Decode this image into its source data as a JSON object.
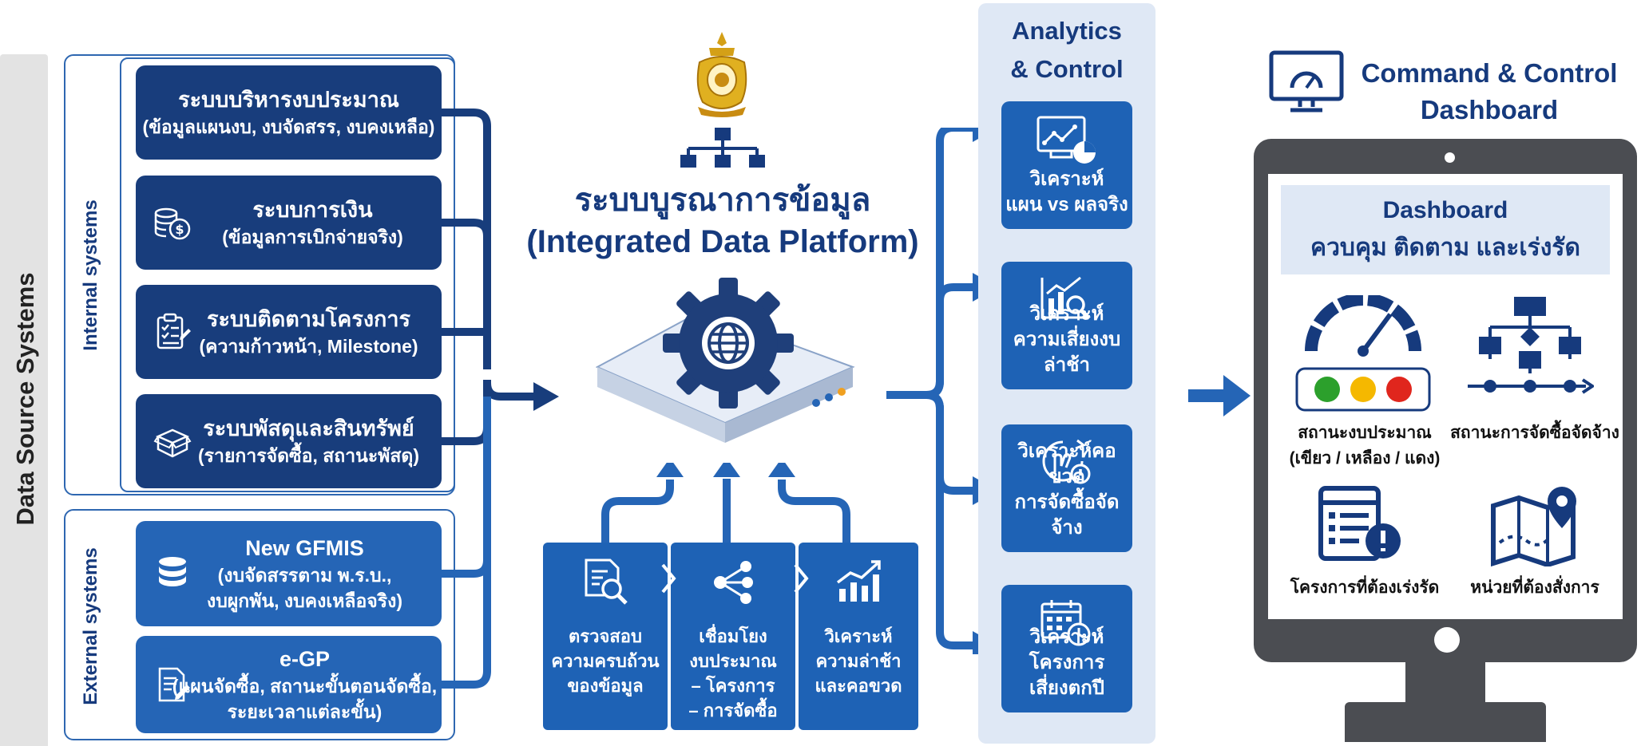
{
  "left_band": {
    "label": "Data Source Systems"
  },
  "internal": {
    "label": "Internal systems",
    "items": [
      {
        "title": "ระบบบริหารงบประมาณ",
        "sub": "(ข้อมูลแผนงบ, งบจัดสรร, งบคงเหลือ)",
        "icon": "none"
      },
      {
        "title": "ระบบการเงิน",
        "sub": "(ข้อมูลการเบิกจ่ายจริง)",
        "icon": "coins-icon"
      },
      {
        "title": "ระบบติดตามโครงการ",
        "sub": "(ความก้าวหน้า, Milestone)",
        "icon": "clipboard-checklist-icon"
      },
      {
        "title": "ระบบพัสดุและสินทรัพย์",
        "sub": "(รายการจัดซื้อ, สถานะพัสดุ)",
        "icon": "box-icon"
      }
    ]
  },
  "external": {
    "label": "External systems",
    "items": [
      {
        "title": "New GFMIS",
        "sub1": "(งบจัดสรรตาม พ.ร.บ.,",
        "sub2": "งบผูกพัน, งบคงเหลือจริง)",
        "icon": "database-icon"
      },
      {
        "title": "e-GP",
        "sub1": "(แผนจัดซื้อ, สถานะขั้นตอนจัดซื้อ,",
        "sub2": "ระยะเวลาแต่ละขั้น)",
        "icon": "document-edit-icon"
      }
    ]
  },
  "platform": {
    "title_th": "ระบบบูรณาการข้อมูล",
    "title_en": "(Integrated Data Platform)",
    "emblem_icon": "royal-emblem-icon",
    "org_icon": "hierarchy-icon",
    "server_icon": "server-gear-globe-icon"
  },
  "processing": [
    {
      "lines": [
        "ตรวจสอบ",
        "ความครบถ้วน",
        "ของข้อมูล"
      ],
      "icon": "document-search-icon"
    },
    {
      "lines": [
        "เชื่อมโยง",
        "งบประมาณ",
        "– โครงการ",
        "– การจัดซื้อ"
      ],
      "icon": "share-nodes-icon"
    },
    {
      "lines": [
        "วิเคราะห์",
        "ความล่าช้า",
        "และคอขวด"
      ],
      "icon": "bar-chart-up-icon"
    }
  ],
  "analytics": {
    "title1": "Analytics",
    "title2": "& Control",
    "cards": [
      {
        "line1": "วิเคราะห์",
        "line2": "แผน vs ผลจริง",
        "icon": "monitor-chart-icon"
      },
      {
        "line1": "วิเคราะห์",
        "line2": "ความเสี่ยงงบล่าช้า",
        "icon": "chart-magnifier-icon"
      },
      {
        "line1": "วิเคราะห์คอขวด",
        "line2": "การจัดซื้อจัดจ้าง",
        "icon": "hand-alert-icon"
      },
      {
        "line1": "วิเคราะห์โครงการ",
        "line2": "เสี่ยงตกปี",
        "icon": "calendar-clock-icon"
      }
    ]
  },
  "command": {
    "title1": "Command & Control",
    "title2": "Dashboard",
    "icon": "monitor-gauge-icon",
    "screen_title1": "Dashboard",
    "screen_title2": "ควบคุม ติดตาม และเร่งรัด",
    "items": [
      {
        "line1": "สถานะงบประมาณ",
        "line2": "(เขียว / เหลือง / แดง)",
        "icon": "gauge-traffic-light-icon"
      },
      {
        "line1": "สถานะการจัดซื้อจัดจ้าง",
        "line2": "",
        "icon": "process-flow-icon"
      },
      {
        "line1": "โครงการที่ต้องเร่งรัด",
        "line2": "",
        "icon": "list-alert-icon"
      },
      {
        "line1": "หน่วยที่ต้องสั่งการ",
        "line2": "",
        "icon": "map-pin-icon"
      }
    ],
    "colors": {
      "green": "#2ca02c",
      "yellow": "#f5b800",
      "red": "#e0261d"
    }
  }
}
